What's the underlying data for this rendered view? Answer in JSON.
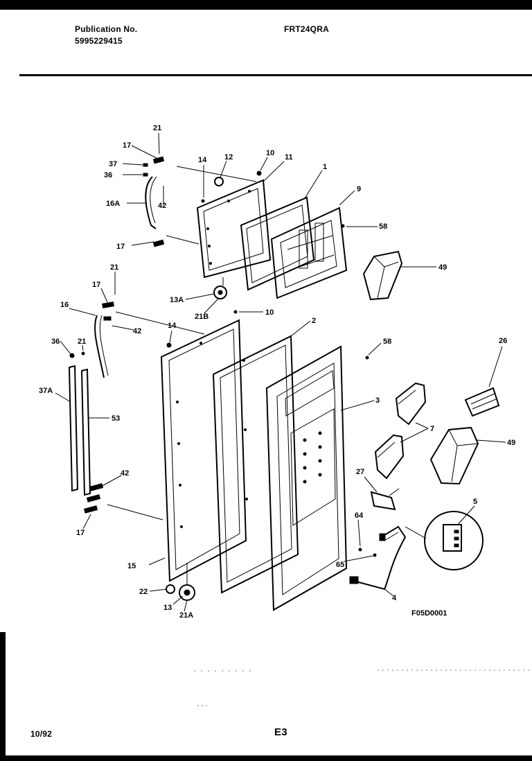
{
  "header": {
    "publication_label": "Publication No.",
    "publication_number": "5995229415",
    "model": "FRT24QRA"
  },
  "footer": {
    "date": "10/92",
    "page": "E3"
  },
  "figure_code": "F05D0001",
  "callouts": {
    "c21_top": "21",
    "c17_top": "17",
    "c37": "37",
    "c36_top": "36",
    "c16A": "16A",
    "c42_top": "42",
    "c17_mid": "17",
    "c14_top": "14",
    "c12": "12",
    "c10_top": "10",
    "c11": "11",
    "c1": "1",
    "c9": "9",
    "c58_top": "58",
    "c49_top": "49",
    "c13A": "13A",
    "c21B": "21B",
    "c10_mid": "10",
    "c21_mid": "21",
    "c17_mid2": "17",
    "c16": "16",
    "c42_mid": "42",
    "c14_mid": "14",
    "c2": "2",
    "c36_low": "36",
    "c21_low": "21",
    "c58_mid": "58",
    "c26": "26",
    "c37A": "37A",
    "c53": "53",
    "c3": "3",
    "c7": "7",
    "c49_low": "49",
    "c27": "27",
    "c42_low": "42",
    "c17_low": "17",
    "c5": "5",
    "c64": "64",
    "c65": "65",
    "c15": "15",
    "c4": "4",
    "c22": "22",
    "c13": "13",
    "c21A": "21A"
  }
}
